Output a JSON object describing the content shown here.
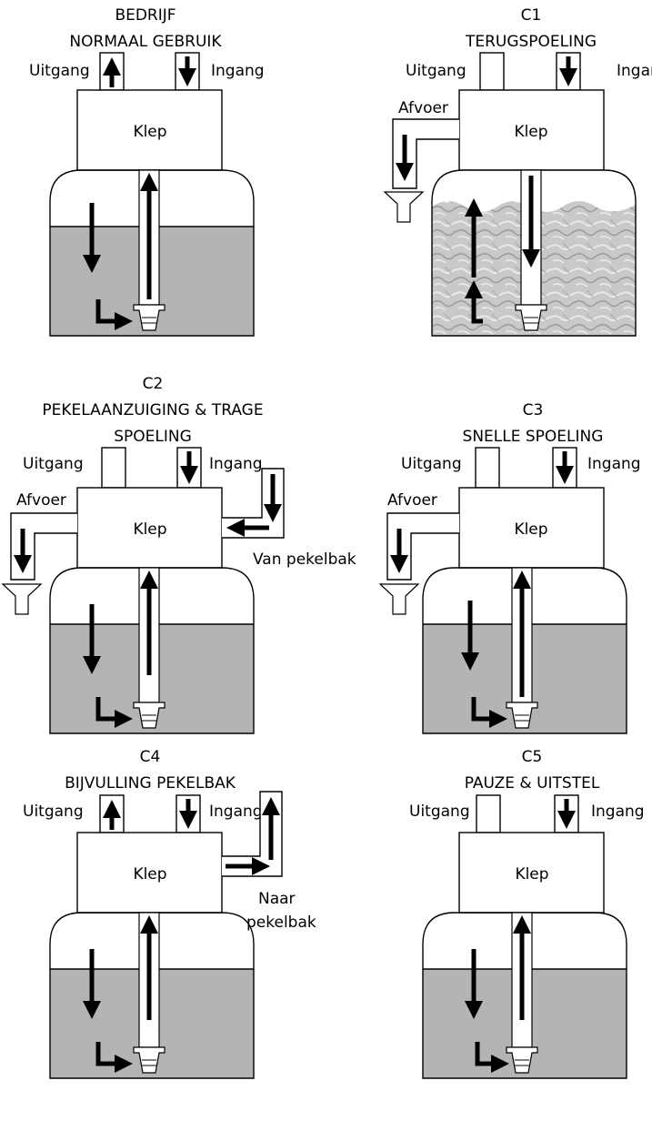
{
  "panels": [
    {
      "id": "bedrijf",
      "title_lines": [
        "BEDRIJF",
        "NORMAAL GEBRUIK"
      ],
      "outlet_label": "Uitgang",
      "inlet_label": "Ingang",
      "valve_label": "Klep",
      "outlet_flow": "up",
      "inlet_flow": "down",
      "tank_flow": "service",
      "has_drain": false,
      "tank_fill": "water"
    },
    {
      "id": "c1",
      "title_lines": [
        "C1",
        "TERUGSPOELING"
      ],
      "outlet_label": "Uitgang",
      "inlet_label": "Ingang",
      "valve_label": "Klep",
      "drain_label": "Afvoer",
      "outlet_flow": "none",
      "inlet_flow": "down",
      "tank_flow": "backwash",
      "has_drain": true,
      "tank_fill": "turbulent"
    },
    {
      "id": "c2",
      "title_lines": [
        "C2",
        "PEKELAANZUIGING & TRAGE",
        "SPOELING"
      ],
      "outlet_label": "Uitgang",
      "inlet_label": "Ingang",
      "valve_label": "Klep",
      "drain_label": "Afvoer",
      "side_label": "Van pekelbak",
      "outlet_flow": "none",
      "inlet_flow": "down",
      "tank_flow": "service",
      "has_drain": true,
      "tank_fill": "water"
    },
    {
      "id": "c3",
      "title_lines": [
        "C3",
        "SNELLE SPOELING"
      ],
      "outlet_label": "Uitgang",
      "inlet_label": "Ingang",
      "valve_label": "Klep",
      "drain_label": "Afvoer",
      "outlet_flow": "none",
      "inlet_flow": "down",
      "tank_flow": "service",
      "has_drain": true,
      "tank_fill": "water"
    },
    {
      "id": "c4",
      "title_lines": [
        "C4",
        "BIJVULLING PEKELBAK"
      ],
      "outlet_label": "Uitgang",
      "inlet_label": "Ingang",
      "valve_label": "Klep",
      "side_label_lines": [
        "Naar",
        "pekelbak"
      ],
      "outlet_flow": "up",
      "inlet_flow": "down",
      "tank_flow": "service",
      "has_drain": false,
      "tank_fill": "water"
    },
    {
      "id": "c5",
      "title_lines": [
        "C5",
        "PAUZE & UITSTEL"
      ],
      "outlet_label": "Uitgang",
      "inlet_label": "Ingang",
      "valve_label": "Klep",
      "outlet_flow": "none",
      "inlet_flow": "down",
      "tank_flow": "service",
      "has_drain": false,
      "tank_fill": "water"
    }
  ]
}
